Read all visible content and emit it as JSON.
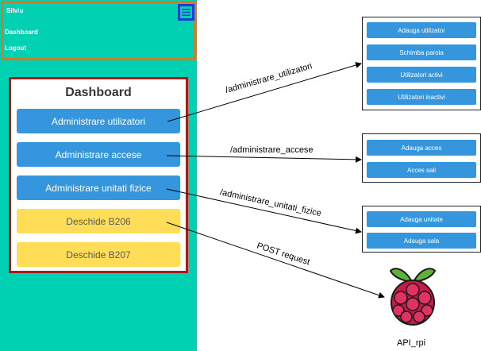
{
  "navbar": {
    "user": "Silviu",
    "links": [
      "Dashboard",
      "Logout"
    ],
    "menu_icon": "hamburger-icon"
  },
  "dashboard": {
    "title": "Dashboard",
    "buttons": [
      "Administrare utilizatori",
      "Administrare accese",
      "Administrare unitati fizice",
      "Deschide B206",
      "Deschide B207"
    ]
  },
  "routes": {
    "users": "/administrare_utilizatori",
    "access": "/administrare_accese",
    "units": "/administrare_unitati_fizice",
    "post": "POST request"
  },
  "groups": {
    "users": [
      "Adauga utilizator",
      "Schimba parola",
      "Utilizatori activi",
      "Utilizatori inactivi"
    ],
    "access": [
      "Adauga acces",
      "Acces sali"
    ],
    "units": [
      "Adauga unitate",
      "Adauga sala"
    ]
  },
  "api": {
    "label": "API_rpi",
    "icon": "raspberry-pi-icon"
  },
  "colors": {
    "teal": "#00d1b2",
    "blue_button": "#3596de",
    "yellow_button": "#ffdd57",
    "navbar_border": "#c87f2a",
    "dashboard_border": "#a51c1c",
    "menu_border": "#1d3fd8"
  }
}
